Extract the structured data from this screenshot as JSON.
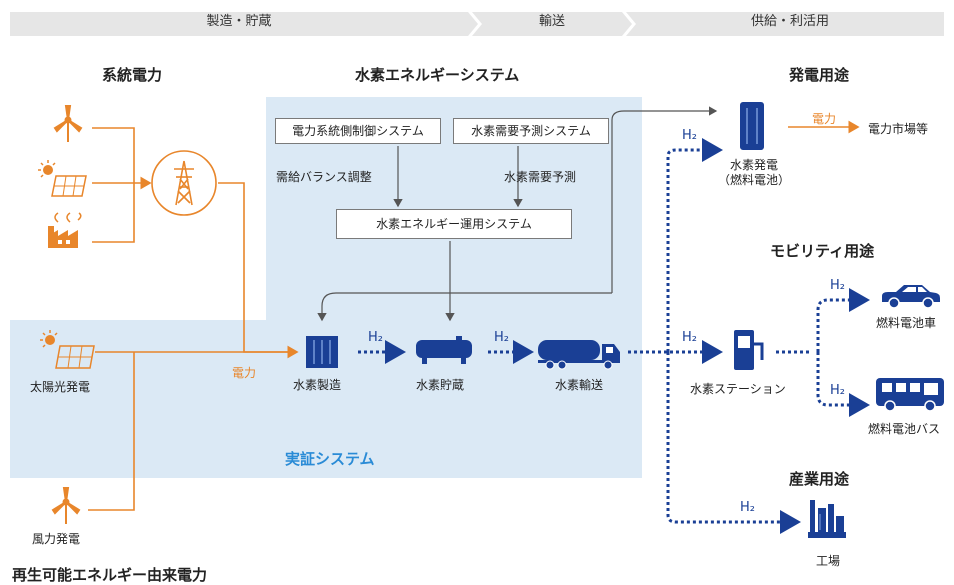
{
  "phases": [
    "製造・貯蔵",
    "輸送",
    "供給・利活用"
  ],
  "titles": {
    "grid_power": "系統電力",
    "h2_energy_system": "水素エネルギーシステム",
    "power_use": "発電用途",
    "mobility_use": "モビリティ用途",
    "industrial_use": "産業用途",
    "renewable": "再生可能エネルギー由来電力",
    "demo_system": "実証システム"
  },
  "boxes": {
    "grid_control": "電力系統側制御システム",
    "demand_forecast": "水素需要予測システム",
    "operation": "水素エネルギー運用システム"
  },
  "labels": {
    "balance": "需給バランス調整",
    "forecast": "水素需要予測",
    "solar": "太陽光発電",
    "wind": "風力発電",
    "power": "電力",
    "production": "水素製造",
    "storage": "水素貯蔵",
    "transport": "水素輸送",
    "h2_power_line1": "水素発電",
    "h2_power_line2": "（燃料電池）",
    "power_to_grid": "電力",
    "power_market": "電力市場等",
    "station": "水素ステーション",
    "fc_car": "燃料電池車",
    "fc_bus": "燃料電池バス",
    "factory": "工場",
    "h2": "H₂"
  },
  "colors": {
    "orange": "#e8862b",
    "navy": "#1a3f95",
    "demo_bg": "#dbe9f5",
    "phase_bg": "#e6e6e6"
  }
}
